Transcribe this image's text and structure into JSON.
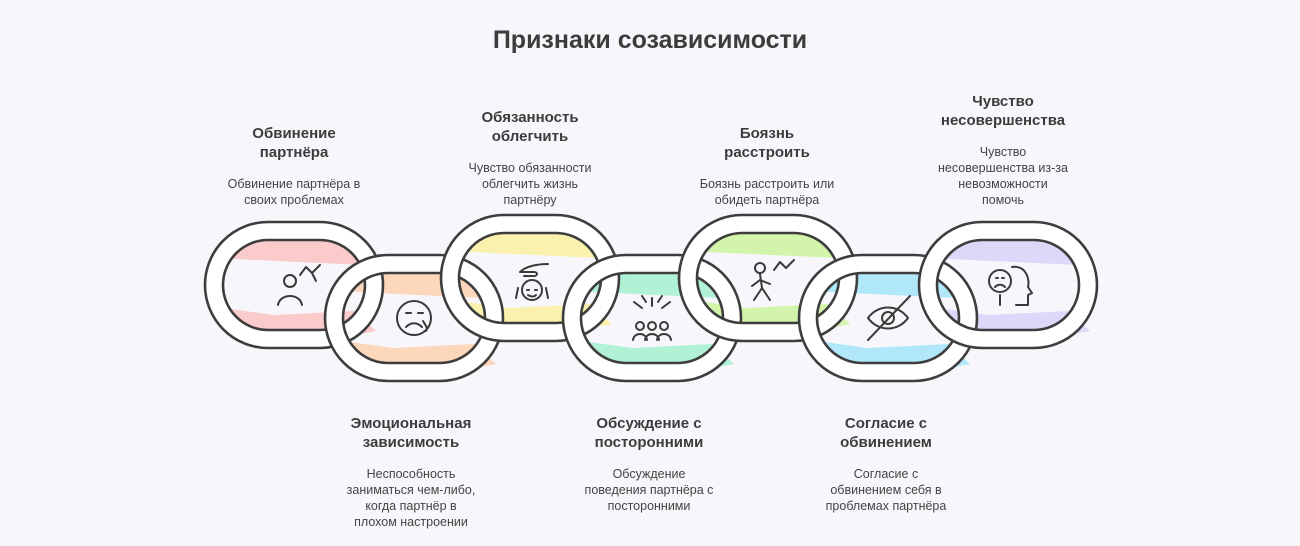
{
  "title": "Признаки созависимости",
  "links": [
    {
      "heading": "Обвинение\nпартнёра",
      "description": "Обвинение партнёра в\nсвоих проблемах",
      "icon": "person-running-icon",
      "color": "#fbc4c4"
    },
    {
      "heading": "Эмоциональная\nзависимость",
      "description": "Неспособность\nзаниматься чем-либо,\nкогда партнёр в\nплохом настроении",
      "icon": "sad-face-icon",
      "color": "#fdd3b4"
    },
    {
      "heading": "Обязанность\nоблегчить",
      "description": "Чувство обязанности\nоблегчить жизнь\nпартнёру",
      "icon": "helping-hand-icon",
      "color": "#fbf0a6"
    },
    {
      "heading": "Обсуждение с\nпосторонними",
      "description": "Обсуждение\nповедения партнёра с\nпосторонними",
      "icon": "people-group-icon",
      "color": "#a8f0d2"
    },
    {
      "heading": "Боязнь\nрасстроить",
      "description": "Боязнь расстроить или\nобидеть партнёра",
      "icon": "person-walking-icon",
      "color": "#cdf3a2"
    },
    {
      "heading": "Согласие с\nобвинением",
      "description": "Согласие с\nобвинением себя в\nпроблемах партнёра",
      "icon": "eye-off-icon",
      "color": "#a8e6f8"
    },
    {
      "heading": "Чувство\nнесовершенства",
      "description": "Чувство\nнесовершенства из-за\nневозможности\nпомочь",
      "icon": "worried-head-icon",
      "color": "#dcd3f8"
    }
  ]
}
